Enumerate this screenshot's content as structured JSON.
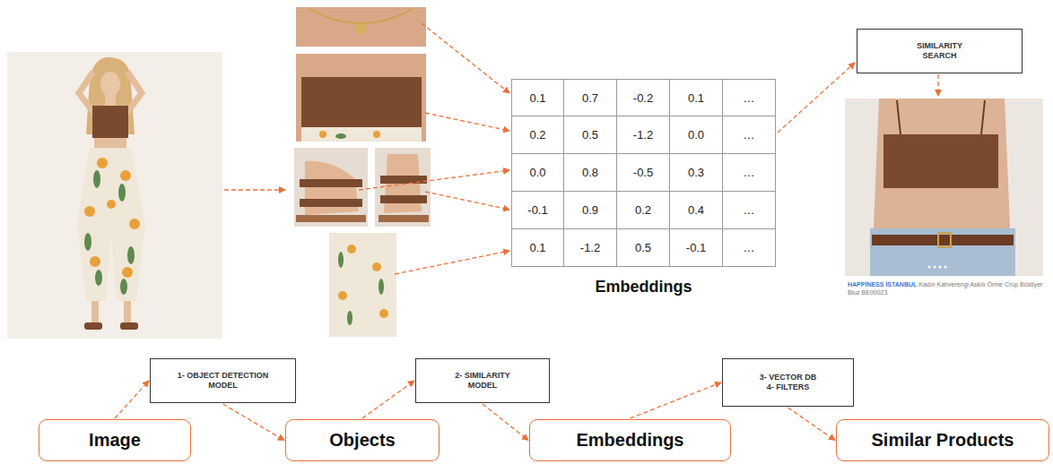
{
  "diagram": {
    "nodes": [
      {
        "text": [
          "SIMILARITY SEARCH"
        ]
      },
      {
        "text": [
          "1- OBJECT DETECTION MODEL"
        ]
      },
      {
        "text": [
          "2- SIMILARITY MODEL"
        ]
      },
      {
        "text": [
          "3- VECTOR DB",
          "4- FILTERS"
        ]
      },
      {
        "text": [
          "Image"
        ]
      },
      {
        "text": [
          "Objects"
        ]
      },
      {
        "text": [
          "Embeddings"
        ]
      },
      {
        "text": [
          "Similar Products"
        ]
      }
    ],
    "edges": [
      {
        "from": 4,
        "to": 1,
        "arrow": "to"
      },
      {
        "from": 1,
        "to": 5,
        "arrow": "to"
      },
      {
        "from": 5,
        "to": 2,
        "arrow": "to"
      },
      {
        "from": 2,
        "to": 6,
        "arrow": "to"
      },
      {
        "from": 6,
        "to": 3,
        "arrow": "to"
      },
      {
        "from": 3,
        "to": 7,
        "arrow": "to"
      }
    ],
    "labels": [
      "0.1",
      "0.7",
      "-0.2",
      "0.1",
      "…",
      "0.2",
      "0.5",
      "-1.2",
      "0.0",
      "…",
      "0.0",
      "0.8",
      "-0.5",
      "0.3",
      "…",
      "-0.1",
      "0.9",
      "0.2",
      "0.4",
      "…",
      "0.1",
      "-1.2",
      "0.5",
      "-0.1",
      "…",
      "Embeddings",
      "HAPPİNESS İSTANBUL",
      "Kadın Kahverengi Askılı Örme Crop Büstiyer Bluz BE00023"
    ]
  }
}
